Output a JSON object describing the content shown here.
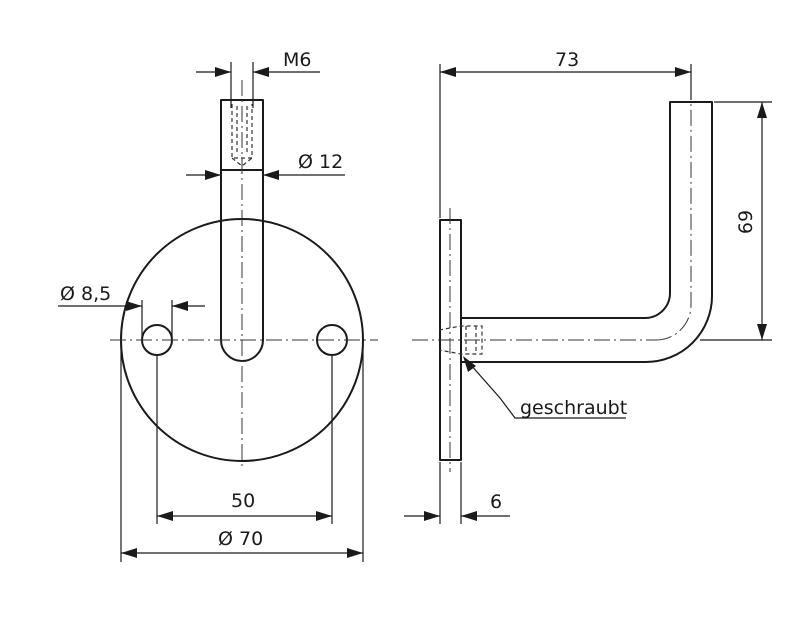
{
  "front_view": {
    "thread_label": "M6",
    "rod_diameter_label": "Ø 12",
    "hole_diameter_label": "Ø 8,5",
    "hole_spacing_label": "50",
    "plate_diameter_label": "Ø 70"
  },
  "side_view": {
    "width_label": "73",
    "height_label": "69",
    "plate_thickness_label": "6",
    "note_label": "geschraubt"
  }
}
